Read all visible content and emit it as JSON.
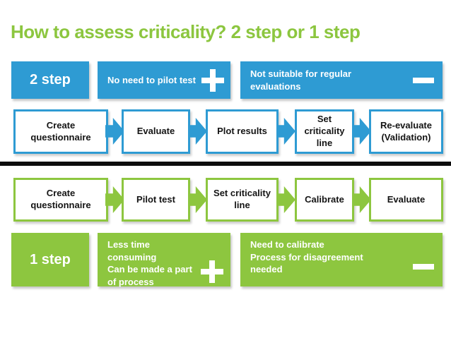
{
  "slide": {
    "title": "How to assess criticality? 2 step or 1 step"
  },
  "colors": {
    "blue": "#2e9bd3",
    "green": "#8dc63f",
    "title_green": "#8cc63f",
    "divider_black": "#0d0d0d",
    "box_text": "#141414"
  },
  "two_step": {
    "label": "2 step",
    "pro": {
      "text": "No need to pilot test",
      "icon": "plus"
    },
    "con": {
      "text": "Not suitable for regular\nevaluations",
      "icon": "minus"
    },
    "flow": [
      "Create\nquestionnaire",
      "Evaluate",
      "Plot results",
      "Set\ncriticality\nline",
      "Re-evaluate\n(Validation)"
    ]
  },
  "one_step": {
    "label": "1 step",
    "pro": {
      "text": "Less time consuming\nCan be made a part\nof process",
      "icon": "plus"
    },
    "con": {
      "text": "Need to calibrate\nProcess for disagreement\nneeded",
      "icon": "minus"
    },
    "flow": [
      "Create\nquestionnaire",
      "Pilot test",
      "Set criticality\nline",
      "Calibrate",
      "Evaluate"
    ]
  }
}
